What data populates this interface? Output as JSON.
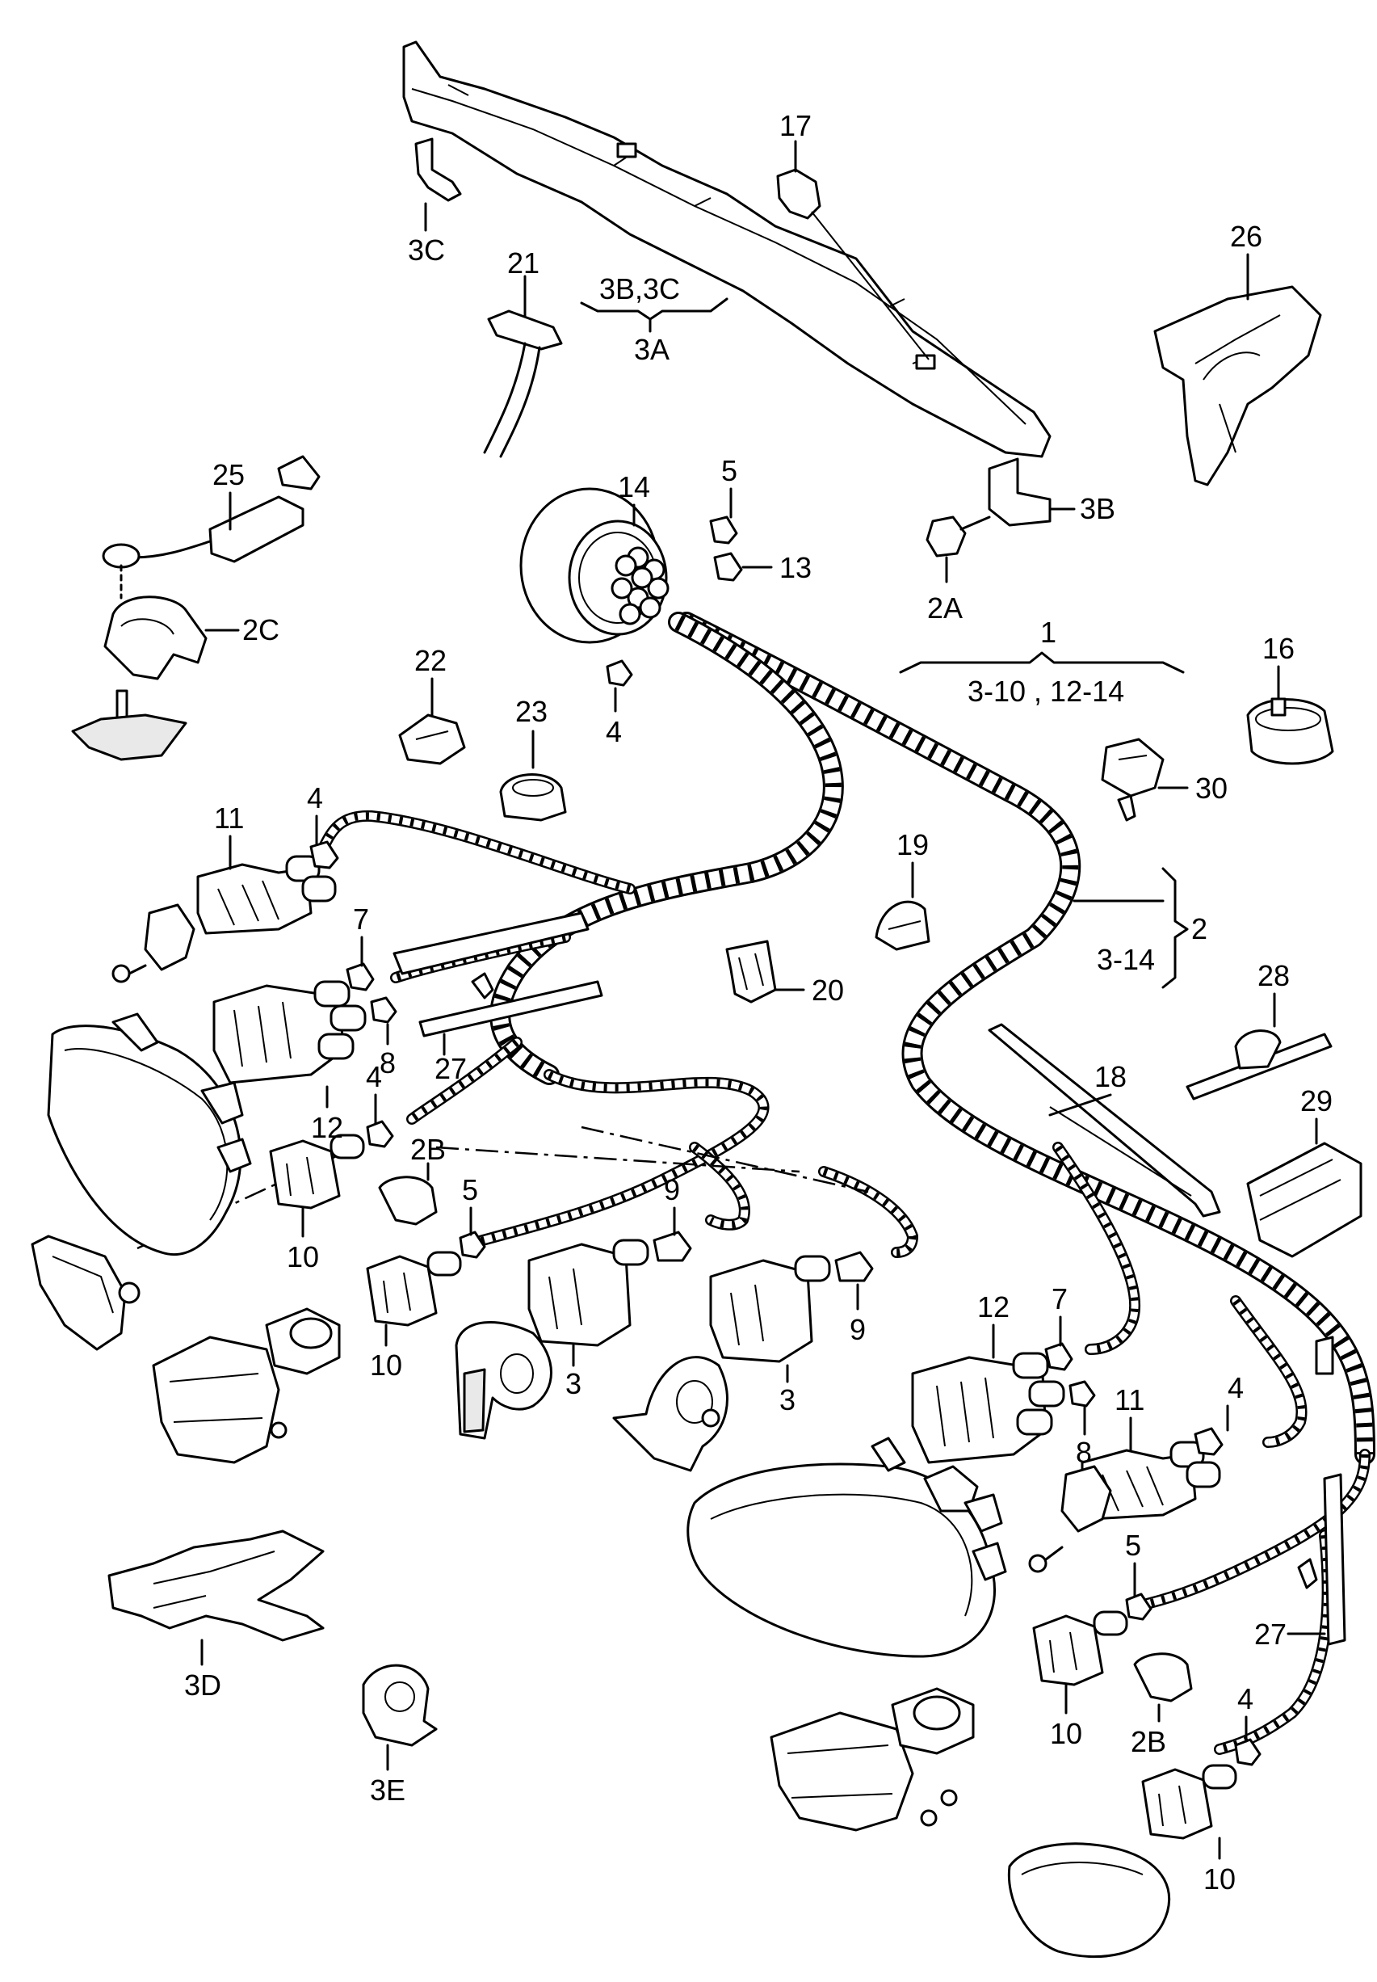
{
  "labels": {
    "p1": "1",
    "p1_range": "3-10 , 12-14",
    "p2": "2",
    "p2_range": "3-14",
    "p2A": "2A",
    "p2B_left": "2B",
    "p2B_right": "2B",
    "p2C": "2C",
    "p3_left": "3",
    "p3_right": "3",
    "p3A": "3A",
    "p3B": "3B",
    "p3B3C": "3B,3C",
    "p3C": "3C",
    "p3D": "3D",
    "p3E": "3E",
    "p4_top": "4",
    "p4_upper_left": "4",
    "p4_mid_left": "4",
    "p4_right": "4",
    "p4_bottom_right": "4",
    "p5_top": "5",
    "p5_left": "5",
    "p5_right": "5",
    "p7_left": "7",
    "p7_right": "7",
    "p8_left": "8",
    "p8_right": "8",
    "p9_left": "9",
    "p9_right": "9",
    "p10_left_a": "10",
    "p10_left_b": "10",
    "p10_right_a": "10",
    "p10_right_b": "10",
    "p11_left": "11",
    "p11_right": "11",
    "p12_left": "12",
    "p12_right": "12",
    "p13": "13",
    "p14": "14",
    "p16": "16",
    "p17": "17",
    "p18": "18",
    "p19": "19",
    "p20": "20",
    "p21": "21",
    "p22": "22",
    "p23": "23",
    "p25": "25",
    "p26": "26",
    "p27_left": "27",
    "p27_right": "27",
    "p28": "28",
    "p29": "29",
    "p30": "30"
  }
}
